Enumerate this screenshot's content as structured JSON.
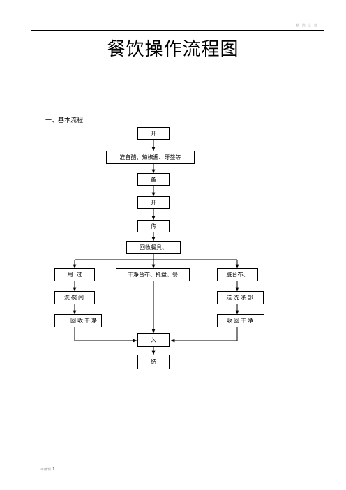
{
  "header": {
    "mark": "精 选 文 档"
  },
  "title": "餐饮操作流程图",
  "section_heading": "一、基本流程",
  "nodes": {
    "n1": "开",
    "n2": "准备醋、辣椒酱、牙签等",
    "n3": "备",
    "n4": "开",
    "n5": "传",
    "n6": "回收餐具、",
    "n7": "用  过",
    "n8": "干净台布、托盘、餐",
    "n9": "脏台布、",
    "n10": "洗碗间",
    "n11": "送洗涤部",
    "n12": "回收干净",
    "n13": "收回干净",
    "n14": "入",
    "n15": "结"
  },
  "footer": {
    "label": "可编辑",
    "page": "1"
  }
}
